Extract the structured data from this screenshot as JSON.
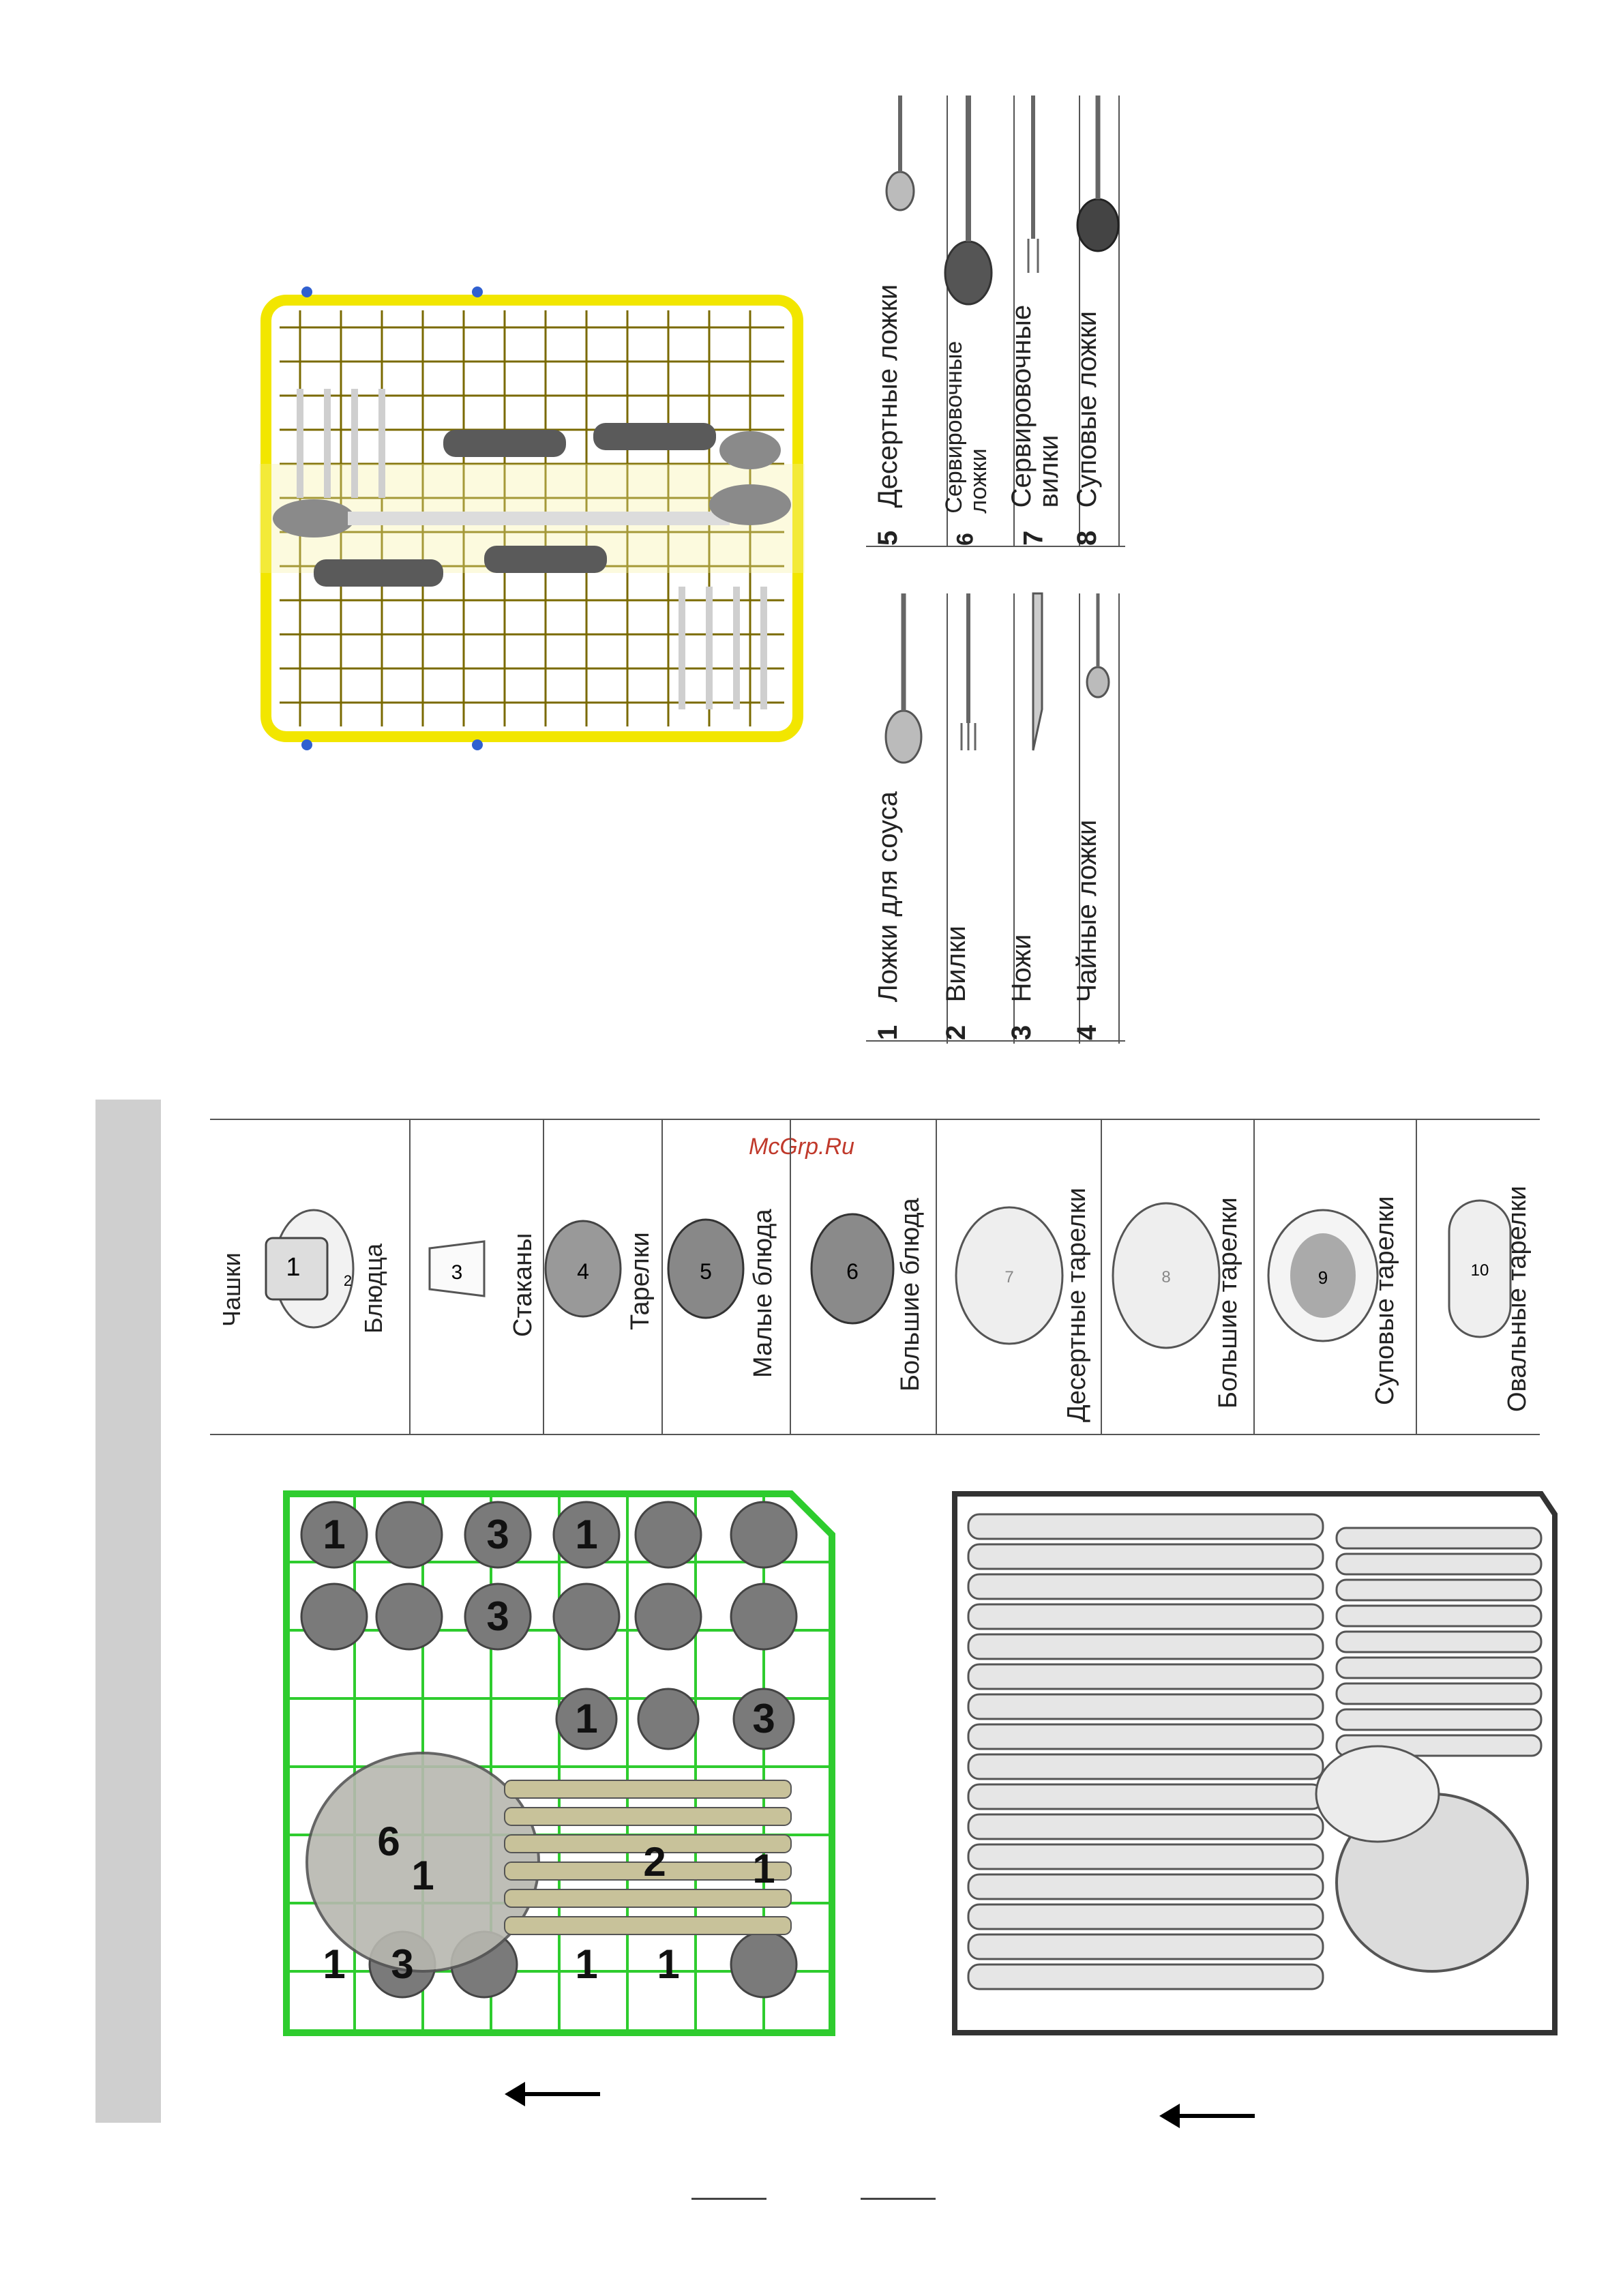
{
  "watermark": "McGrp.Ru",
  "cutlery_legend": [
    {
      "num": "1",
      "label": "Ложки для соуса"
    },
    {
      "num": "2",
      "label": "Вилки"
    },
    {
      "num": "3",
      "label": "Ножи"
    },
    {
      "num": "4",
      "label": "Чайные ложки"
    },
    {
      "num": "5",
      "label": "Десертные ложки"
    },
    {
      "num": "6",
      "label_line1": "Сервировочные",
      "label_line2": "ложки"
    },
    {
      "num": "7",
      "label_line1": "Сервировочные",
      "label_line2": "вилки"
    },
    {
      "num": "8",
      "label": "Суповые ложки"
    }
  ],
  "dish_legend": {
    "cups": "Чашки",
    "cup_num": "1",
    "saucer_num": "2",
    "saucers": "Блюдца",
    "glass_num": "3",
    "glasses": "Стаканы",
    "plates_num": "4",
    "plates": "Тарелки",
    "small_bowls_num": "5",
    "small_bowls": "Малые блюда",
    "large_bowls_num": "6",
    "large_bowls": "Большие блюда",
    "dessert_plates_num": "7",
    "dessert_plates": "Десертные тарелки",
    "large_plates_num": "8",
    "large_plates": "Большие тарелки",
    "soup_plates_num": "9",
    "soup_plates": "Суповые тарелки",
    "oval_plates_num": "10",
    "oval_plates": "Овальные тарелки"
  },
  "upper_basket_labels": [
    "1",
    "3",
    "1",
    "3",
    "1",
    "3",
    "1",
    "2",
    "6",
    "1",
    "3",
    "1",
    "1",
    "1"
  ],
  "colors": {
    "cutlery_tray": "#f2e600",
    "upper_basket": "#2ecc2e",
    "grey_band": "#cfcfcf"
  }
}
